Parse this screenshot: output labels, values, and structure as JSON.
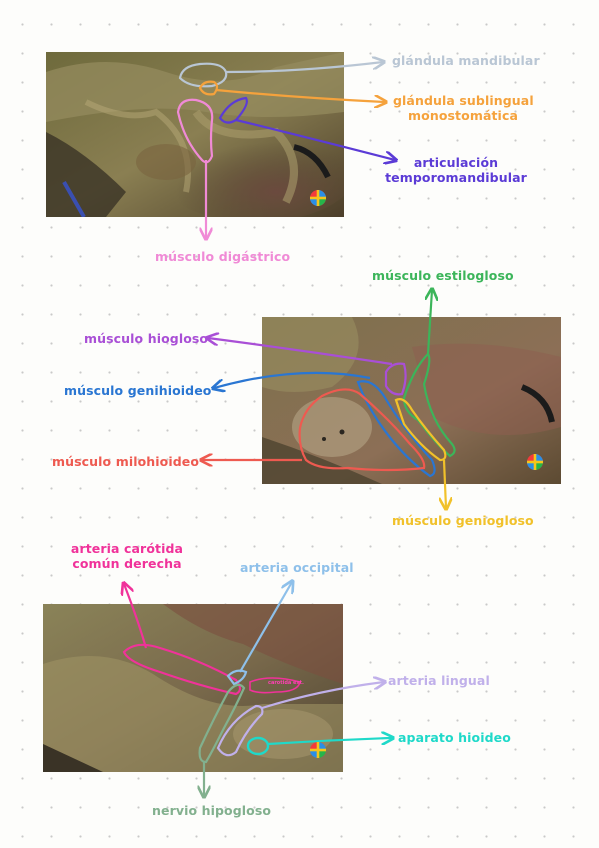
{
  "colors": {
    "glandula_mandibular": "#b9c6d4",
    "glandula_sublingual": "#f5a23c",
    "articulacion": "#5b3bd6",
    "digastrico": "#f08ad6",
    "estilogloso": "#3cb55a",
    "hiogloso": "#a94fd6",
    "genihioideo": "#2a76d2",
    "milohioideo": "#ee5a50",
    "geniogloso": "#f1c12a",
    "carotida": "#f0329a",
    "occipital": "#8ec0ea",
    "lingual": "#c0b0ea",
    "hioideo": "#1fd9c9",
    "hipogloso": "#82b08e"
  },
  "labels": {
    "glandula_mandibular": "glándula mandibular",
    "glandula_sublingual": [
      "glándula sublingual",
      "monostomática"
    ],
    "articulacion": [
      "articulación",
      "temporomandibular"
    ],
    "digastrico": "músculo digástrico",
    "estilogloso": "músculo estilogloso",
    "hiogloso": "músculo hiogloso",
    "genihioideo": "músculo genihioideo",
    "milohioideo": "músculo milohioideo",
    "geniogloso": "músculo geniogloso",
    "carotida": [
      "arteria carótida",
      "común derecha"
    ],
    "occipital": "arteria occipital",
    "lingual": "arteria lingual",
    "hioideo": "aparato hioideo",
    "hipogloso": "nervio hipogloso"
  },
  "small_labels": {
    "tiny_annotation": "carotida ext."
  },
  "icons": {
    "orientation_compass": "compass-cross-icon"
  }
}
